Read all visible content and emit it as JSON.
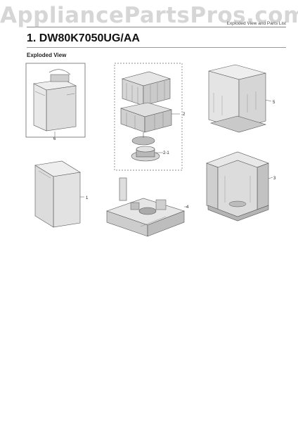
{
  "watermark": "AppliancePartsPros.com",
  "header": {
    "label": "Exploded View and Parts List"
  },
  "model": {
    "title": "1.  DW80K7050UG/AA"
  },
  "section": {
    "title": "Exploded View"
  },
  "callouts": {
    "door_assembly": "6",
    "rack_assembly": "2",
    "motor_subassembly": "2-1",
    "outer_case": "5",
    "front_panel": "1",
    "base_assembly": "4",
    "tub_assembly": "3"
  },
  "colors": {
    "line": "#555555",
    "panel_fill": "#d9d9d9",
    "dark_fill": "#9a9a9a",
    "light_fill": "#eeeeee"
  }
}
